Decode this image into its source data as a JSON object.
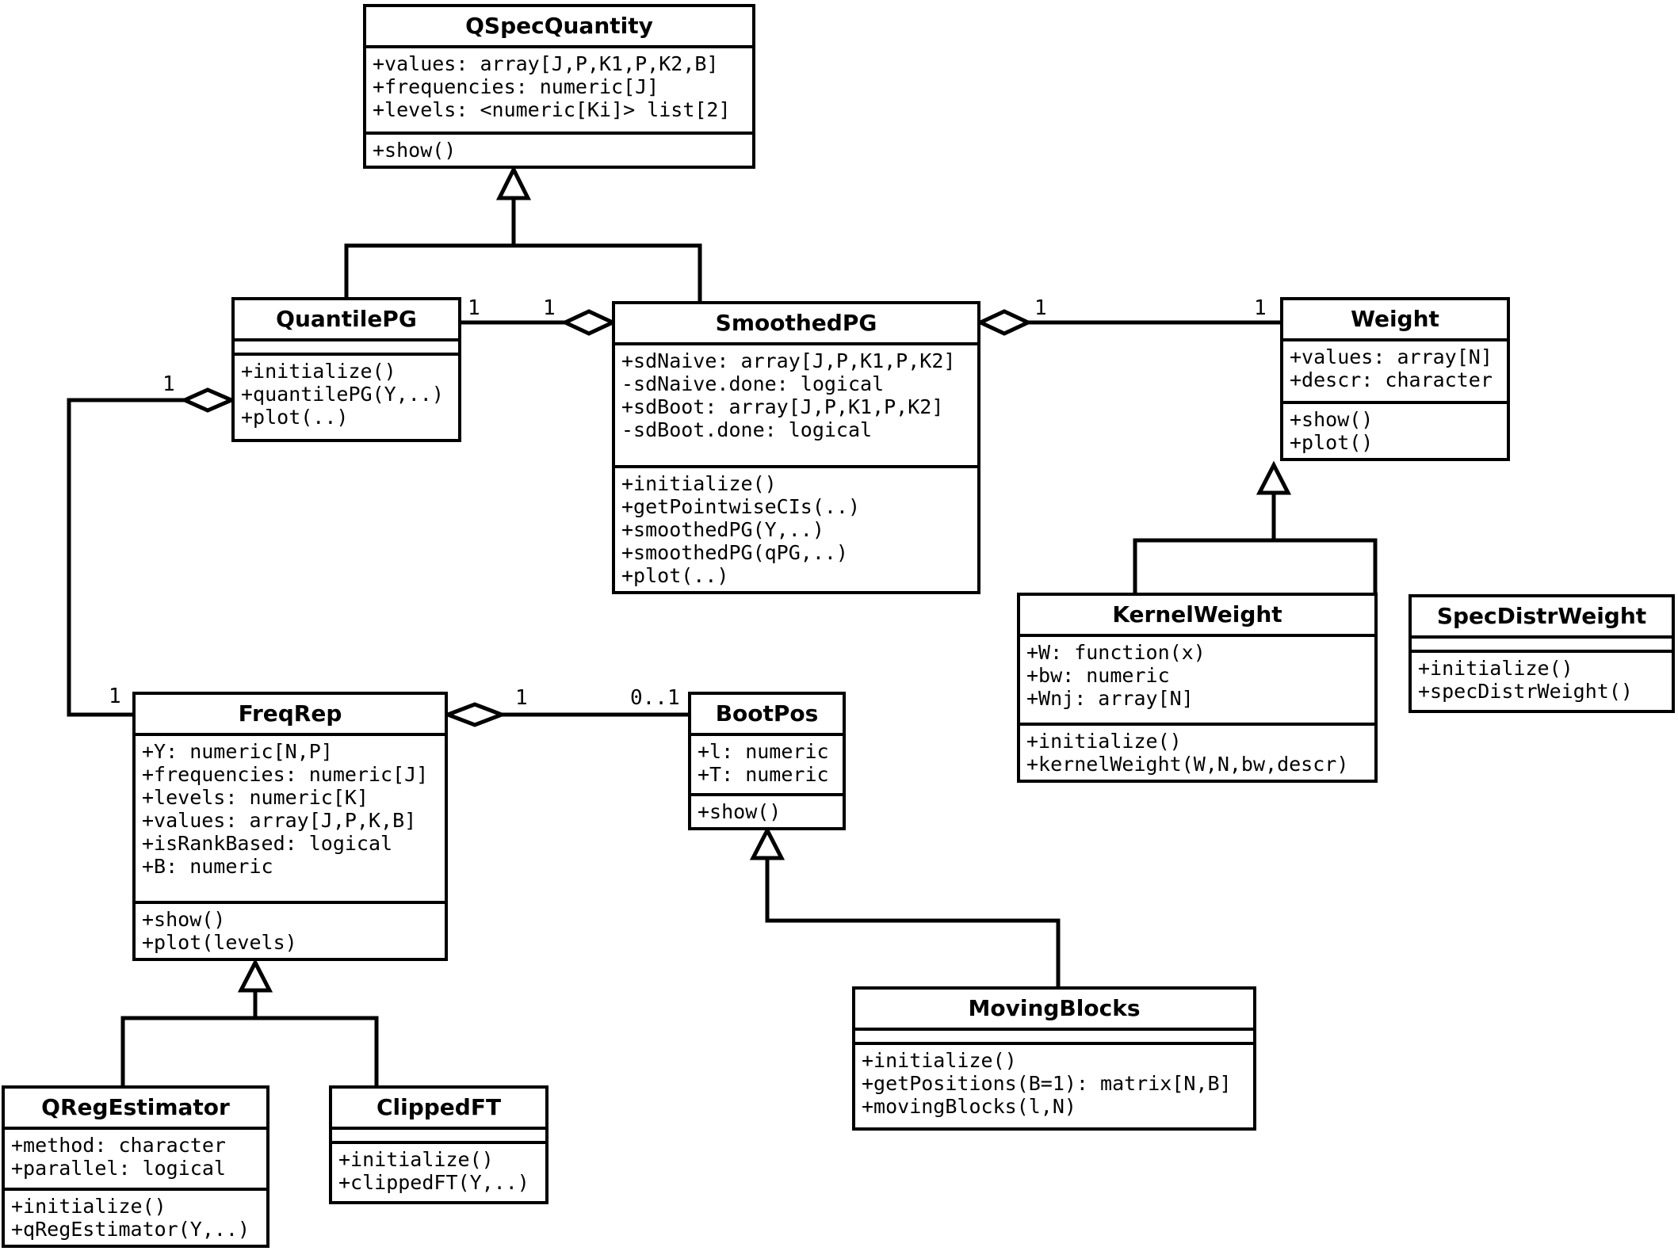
{
  "diagram": {
    "kind": "UML class diagram",
    "colors": {
      "line": "#000000",
      "background": "#ffffff",
      "text": "#000000"
    }
  },
  "classes": {
    "qspecquantity": {
      "name": "QSpecQuantity",
      "attributes": [
        "+values: array[J,P,K1,P,K2,B]",
        "+frequencies: numeric[J]",
        "+levels: <numeric[Ki]> list[2]"
      ],
      "methods": [
        "+show()"
      ]
    },
    "quantilepg": {
      "name": "QuantilePG",
      "attributes": [],
      "methods": [
        "+initialize()",
        "+quantilePG(Y,..)",
        "+plot(..)"
      ]
    },
    "smoothedpg": {
      "name": "SmoothedPG",
      "attributes": [
        "+sdNaive: array[J,P,K1,P,K2]",
        "-sdNaive.done: logical",
        "+sdBoot: array[J,P,K1,P,K2]",
        "-sdBoot.done: logical"
      ],
      "methods": [
        "+initialize()",
        "+getPointwiseCIs(..)",
        "+smoothedPG(Y,..)",
        "+smoothedPG(qPG,..)",
        "+plot(..)"
      ]
    },
    "weight": {
      "name": "Weight",
      "attributes": [
        "+values: array[N]",
        "+descr: character"
      ],
      "methods": [
        "+show()",
        "+plot()"
      ]
    },
    "kernelweight": {
      "name": "KernelWeight",
      "attributes": [
        "+W: function(x)",
        "+bw: numeric",
        "+Wnj: array[N]"
      ],
      "methods": [
        "+initialize()",
        "+kernelWeight(W,N,bw,descr)"
      ]
    },
    "specdistrweight": {
      "name": "SpecDistrWeight",
      "attributes": [],
      "methods": [
        "+initialize()",
        "+specDistrWeight()"
      ]
    },
    "freqrep": {
      "name": "FreqRep",
      "attributes": [
        "+Y: numeric[N,P]",
        "+frequencies: numeric[J]",
        "+levels: numeric[K]",
        "+values: array[J,P,K,B]",
        "+isRankBased: logical",
        "+B: numeric"
      ],
      "methods": [
        "+show()",
        "+plot(levels)"
      ]
    },
    "bootpos": {
      "name": "BootPos",
      "attributes": [
        "+l: numeric",
        "+T: numeric"
      ],
      "methods": [
        "+show()"
      ]
    },
    "movingblocks": {
      "name": "MovingBlocks",
      "attributes": [],
      "methods": [
        "+initialize()",
        "+getPositions(B=1): matrix[N,B]",
        "+movingBlocks(l,N)"
      ]
    },
    "qregestimator": {
      "name": "QRegEstimator",
      "attributes": [
        "+method: character",
        "+parallel: logical"
      ],
      "methods": [
        "+initialize()",
        "+qRegEstimator(Y,..)"
      ]
    },
    "clippedft": {
      "name": "ClippedFT",
      "attributes": [],
      "methods": [
        "+initialize()",
        "+clippedFT(Y,..)"
      ]
    }
  },
  "associations": {
    "quantilepg_smoothedpg": {
      "type": "aggregation",
      "diamond_at": "SmoothedPG",
      "mult_quantilepg": "1",
      "mult_smoothedpg": "1"
    },
    "smoothedpg_weight": {
      "type": "aggregation",
      "diamond_at": "SmoothedPG",
      "mult_smoothedpg": "1",
      "mult_weight": "1"
    },
    "quantilepg_freqrep": {
      "type": "aggregation",
      "diamond_at": "QuantilePG",
      "mult_quantilepg": "1",
      "mult_freqrep": "1"
    },
    "freqrep_bootpos": {
      "type": "aggregation",
      "diamond_at": "FreqRep",
      "mult_freqrep": "1",
      "mult_bootpos": "0..1"
    }
  },
  "generalizations": [
    {
      "parent": "QSpecQuantity",
      "children": [
        "QuantilePG",
        "SmoothedPG"
      ]
    },
    {
      "parent": "Weight",
      "children": [
        "KernelWeight",
        "SpecDistrWeight"
      ]
    },
    {
      "parent": "FreqRep",
      "children": [
        "QRegEstimator",
        "ClippedFT"
      ]
    },
    {
      "parent": "BootPos",
      "children": [
        "MovingBlocks"
      ]
    }
  ]
}
